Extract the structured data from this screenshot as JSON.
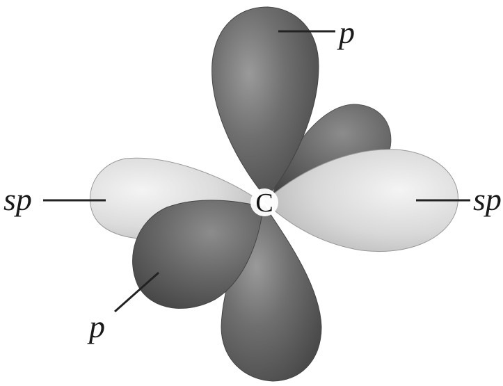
{
  "diagram": {
    "center_atom": "C",
    "labels": {
      "p_top": "p",
      "p_bottom": "p",
      "sp_left": "sp",
      "sp_right": "sp"
    }
  }
}
